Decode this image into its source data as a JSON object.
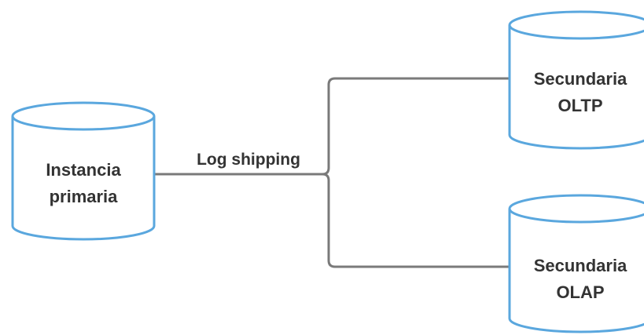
{
  "diagram": {
    "nodes": {
      "primary": {
        "line1": "Instancia",
        "line2": "primaria"
      },
      "secondary_oltp": {
        "line1": "Secundaria",
        "line2": "OLTP"
      },
      "secondary_olap": {
        "line1": "Secundaria",
        "line2": "OLAP"
      }
    },
    "edges": {
      "log_shipping": {
        "label": "Log shipping"
      }
    },
    "colors": {
      "cylinder_stroke": "#5aa7de",
      "connector": "#7a7a7a",
      "text": "#333333",
      "background": "#ffffff"
    }
  }
}
